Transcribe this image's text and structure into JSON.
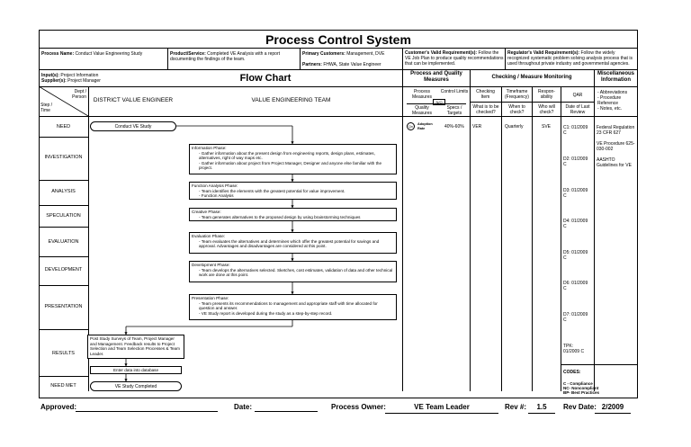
{
  "title": "Process Control System",
  "header": {
    "process_name_label": "Process Name:",
    "process_name": "Conduct Value Engineering Study",
    "product_label": "Product/Service:",
    "product": "Completed VE Analysis with a report documenting the findings of the team.",
    "primary_customers_label": "Primary Customers:",
    "primary_customers": "Management, DVE",
    "partners_label": "Partners:",
    "partners": "FHWA, State Value Engineer",
    "customer_req_label": "Customer's Valid Requirement(s):",
    "customer_req": "Follow the VE Job Plan to produce quality recommendations that can be implemented.",
    "regulator_req_label": "Regulator's Valid Requirement(s):",
    "regulator_req": "Follow the widely recognized systematic problem solving analysis process that is used throughout private industry and governmental agencies."
  },
  "inputs_label": "Input(s):",
  "inputs": "Project Information",
  "suppliers_label": "Supplier(s):",
  "suppliers": "Project Manager",
  "flow_chart_title": "Flow Chart",
  "pqm_title": "Process and Quality Measures",
  "cmm_title": "Checking / Measure Monitoring",
  "misc_title": "Miscellaneous Information",
  "col_headers": {
    "dept": "Dept / Person",
    "step_time": "Step / Time",
    "district": "DISTRICT VALUE ENGINEER",
    "ve_team": "VALUE ENGINEERING TEAM",
    "process_measures": "Process Measures",
    "control_limits": "Control Limits",
    "quality_measures": "Quality Measures",
    "specs_targets": "Specs / Targets",
    "checking_item": "Checking Item",
    "what_checked": "What is to be checked?",
    "timeframe": "Timeframe (Frequency)",
    "when_check": "When to check?",
    "responsibility": "Respon-sibility",
    "who_check": "Who will check?",
    "qar": "QAR",
    "date_review": "Date of Last Review",
    "misc_items": [
      "- Abbreviations",
      "- Procedure Reference",
      "- Notes, etc."
    ],
    "nq": "N/Q"
  },
  "steps": [
    "NEED",
    "INVESTIGATION",
    "ANALYSIS",
    "SPECULATION",
    "EVALUATION",
    "DEVELOPMENT",
    "PRESENTATION",
    "RESULTS",
    "NEED MET"
  ],
  "flow": {
    "start": "Conduct VE Study",
    "investigation": {
      "title": "Information Phase:",
      "lines": [
        "- Gather information about the present design from engineering reports, design plans, estimates, alternatives, right of way maps etc.",
        "- Gather information about project from Project Manager, Designer and anyone else familiar with the project."
      ]
    },
    "analysis": {
      "title": "Function Analysis Phase:",
      "lines": [
        "- Team identifies the elements with the greatest potential for value improvement.",
        "- Function Analysis"
      ]
    },
    "speculation": {
      "title": "Creative Phase:",
      "lines": [
        "- Team generates alternatives to the proposed design by using brainstorming techniques"
      ]
    },
    "evaluation": {
      "title": "Evaluation Phase:",
      "lines": [
        "- Team evaluates the alternatives and determines which offer the greatest potential for savings and approval. Advantages and disadvantages are considered at this point."
      ]
    },
    "development": {
      "title": "Development Phase:",
      "lines": [
        "- Team develops the alternatives selected. Sketches, cost estimates, validation of data and other technical work are done at this point."
      ]
    },
    "presentation": {
      "title": "Presentation Phase:",
      "lines": [
        "- Team presents its recommendations to management and appropriate staff with time allocated for question and answer.",
        "- VE Study report is developed during the study as a step-by-step record."
      ]
    },
    "results": "Post Study Surveys of Team, Project Manager and Management. Feedback results to Project Selection and Team Selection Processes & Team Leader.",
    "database": "Enter data into database",
    "end": "VE Study Completed"
  },
  "measures": {
    "adoption_label": "Adoption Rate",
    "adoption_marker": "Qn",
    "target": "40%-60%",
    "checking": "VER",
    "timeframe": "Quarterly",
    "responsibility": "SVE"
  },
  "qar_codes": [
    "C1: 01/2009 C",
    "D2: 01/2009 C",
    "D3: 01/2009 C",
    "D4: 01/2009 C",
    "D5: 01/2009 C",
    "D6: 01/2009 C",
    "D7: 01/2009 C",
    "TPK: 01/2009 C"
  ],
  "misc": {
    "reg": "Federal Regulation 23 CFR 627",
    "procedure": "VE Procedure 625-030-002",
    "guidelines": "AASHTO Guidelines for VE"
  },
  "codes": {
    "title": "CODES:",
    "c": "C - Compliance",
    "nc": "NC- Noncompliant",
    "bp": "BP- Best Practices"
  },
  "footer": {
    "approved_label": "Approved:",
    "date_label": "Date:",
    "owner_label": "Process Owner:",
    "owner": "VE Team Leader",
    "rev_label": "Rev #:",
    "rev": "1.5",
    "revdate_label": "Rev Date:",
    "revdate": "2/2009"
  }
}
